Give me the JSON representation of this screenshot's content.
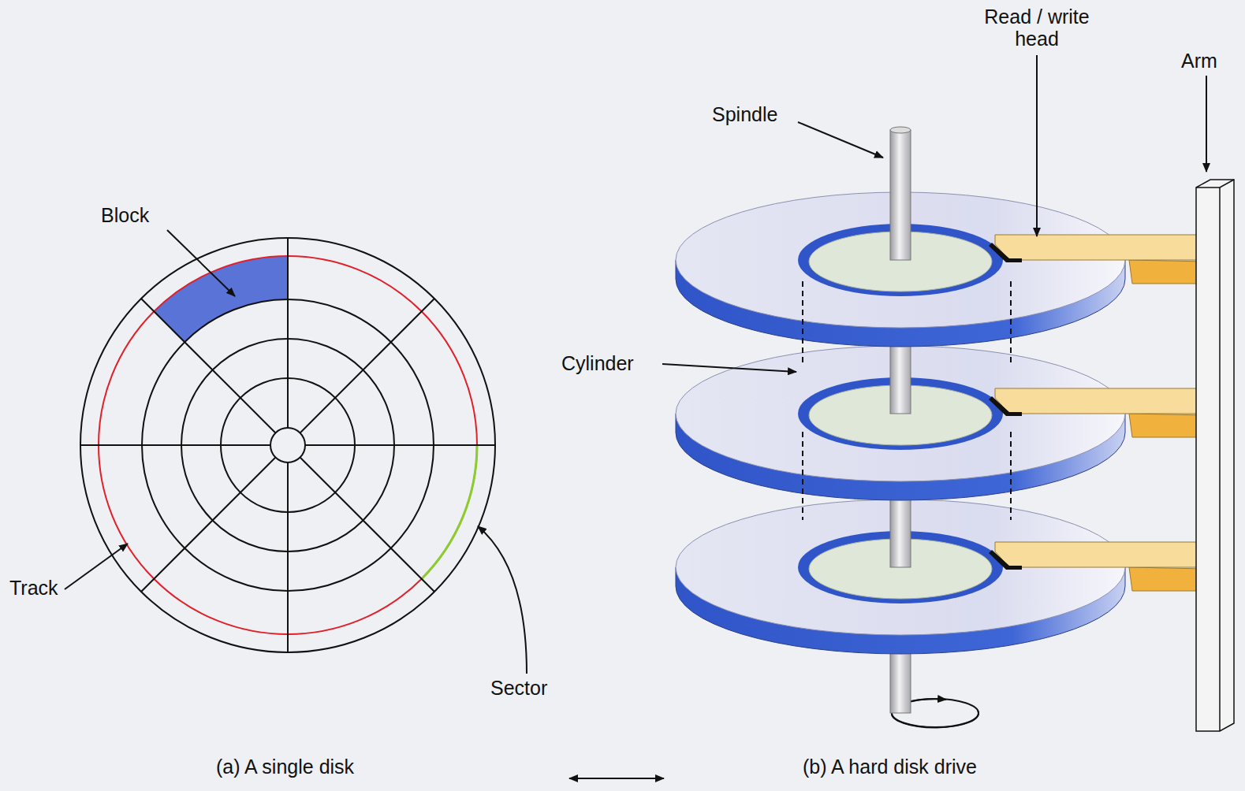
{
  "diagram": {
    "labels": [
      "Block",
      "Track",
      "Sector",
      "Spindle",
      "Cylinder",
      "Read / write head",
      "Arm",
      "(a) A single disk",
      "(b) A hard disk drive"
    ]
  }
}
